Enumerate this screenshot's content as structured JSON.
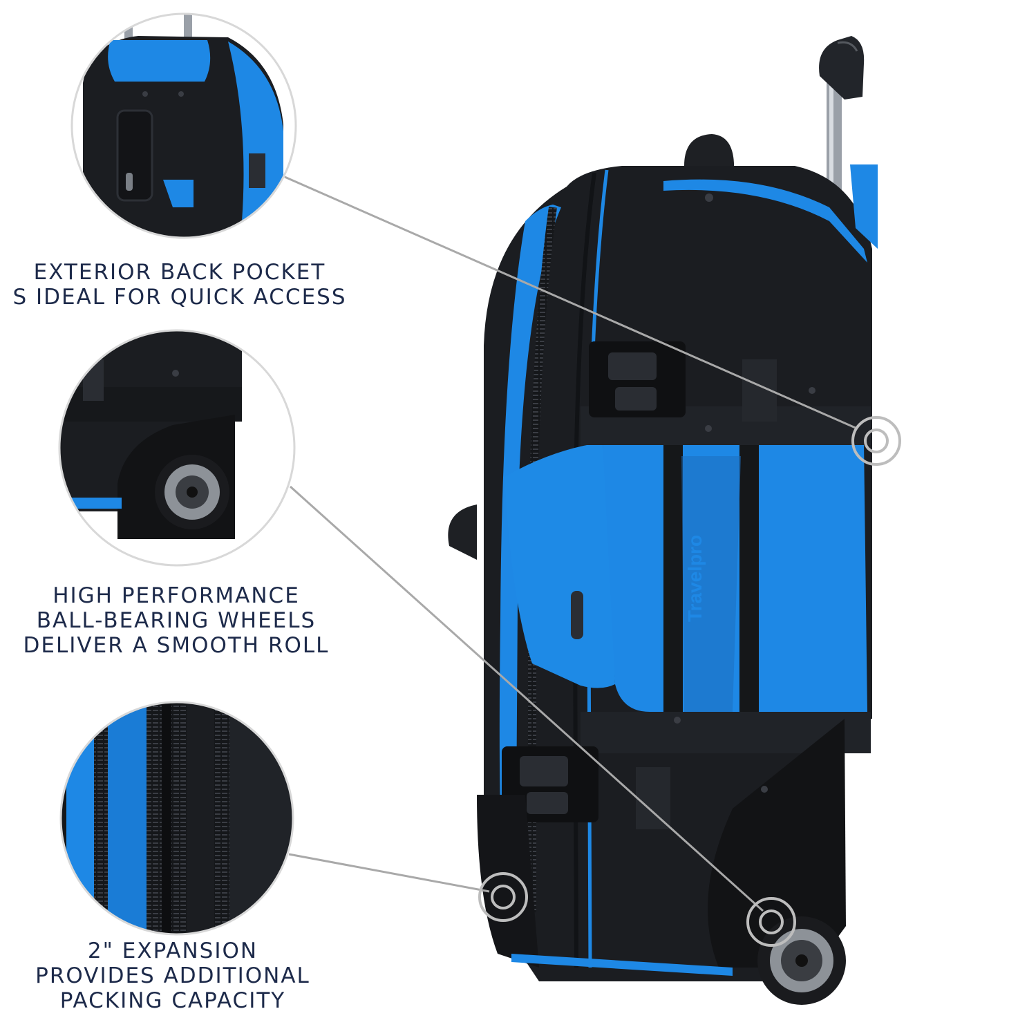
{
  "features": [
    {
      "id": "back-pocket",
      "lines": [
        "EXTERIOR BACK POCKET",
        "S IDEAL FOR QUICK ACCESS"
      ]
    },
    {
      "id": "wheels",
      "lines": [
        "HIGH PERFORMANCE",
        "BALL-BEARING WHEELS",
        "DELIVER A SMOOTH ROLL"
      ]
    },
    {
      "id": "expansion",
      "lines": [
        "2\" EXPANSION",
        "PROVIDES ADDITIONAL",
        "PACKING CAPACITY"
      ]
    }
  ],
  "brand": "Travelpro",
  "colors": {
    "accent_blue": "#1e88e5",
    "body_black": "#1b1d21",
    "caption_navy": "#1d2a4a",
    "callout_gray": "#a9a9a9"
  }
}
